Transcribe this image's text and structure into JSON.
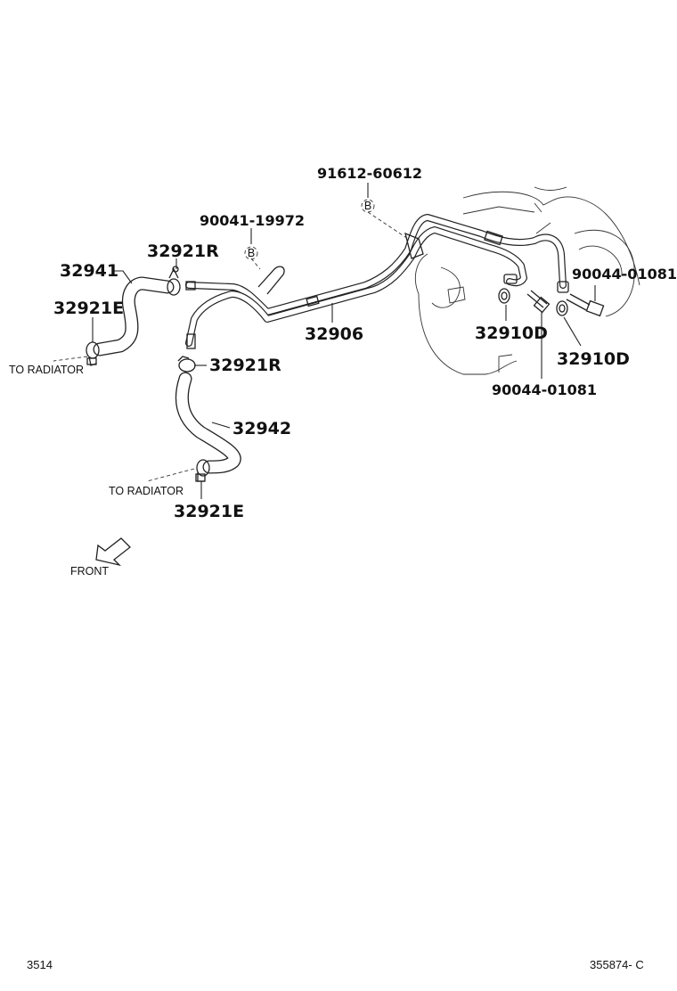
{
  "diagram": {
    "parts": {
      "p_91612": "91612-60612",
      "p_90041": "90041-19972",
      "p_32921R_top": "32921R",
      "p_32941": "32941",
      "p_32921E_left": "32921E",
      "p_32906": "32906",
      "p_90044_right": "90044-01081",
      "p_32910D_a": "32910D",
      "p_32910D_b": "32910D",
      "p_90044_bottom": "90044-01081",
      "p_32921R_mid": "32921R",
      "p_32942": "32942",
      "p_32921E_bottom": "32921E"
    },
    "markers": {
      "b1": "B",
      "b2": "B"
    },
    "notes": {
      "to_radiator_1": "TO RADIATOR",
      "to_radiator_2": "TO RADIATOR",
      "front": "FRONT"
    },
    "footer": {
      "left_code": "3514",
      "right_code": "355874- C"
    }
  }
}
